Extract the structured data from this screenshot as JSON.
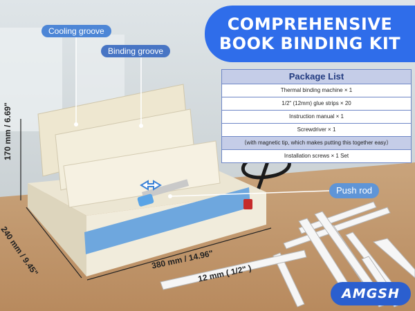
{
  "title": {
    "line1": "COMPREHENSIVE",
    "line2": "BOOK BINDING KIT"
  },
  "package_list": {
    "heading": "Package List",
    "items": [
      "Thermal binding machine × 1",
      "1/2\" (12mm) glue strips × 20",
      "Instruction manual × 1",
      "Screwdriver × 1",
      "（with magnetic tip, which makes putting this together easy）",
      "Installation screws × 1 Set"
    ]
  },
  "callouts": {
    "cooling": "Cooling groove",
    "binding": "Binding groove",
    "push": "Push rod"
  },
  "dimensions": {
    "height": "170 mm / 6.69\"",
    "depth": "240 mm / 9.45\"",
    "width": "380 mm / 14.96\"",
    "strip": "12 mm ( 1/2\" )"
  },
  "brand": "AMGSH",
  "colors": {
    "accent": "#2f6dea",
    "table_header": "#c5cde8",
    "machine": "#efe9d6"
  }
}
